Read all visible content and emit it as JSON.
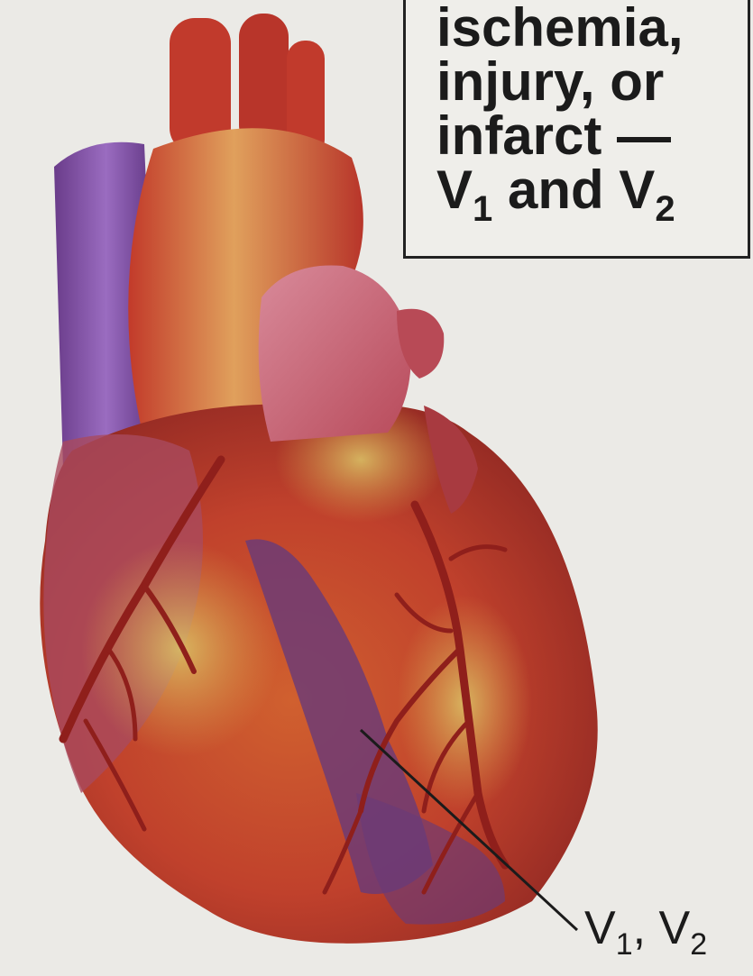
{
  "callout": {
    "lines": [
      "ischemia,",
      "injury, or",
      "infarct —"
    ],
    "leads_line": {
      "lead1": "V",
      "sub1": "1",
      "conj": " and ",
      "lead2": "V",
      "sub2": "2"
    }
  },
  "lead_label": {
    "lead1": "V",
    "sub1": "1",
    "sep": ", ",
    "lead2": "V",
    "sub2": "2"
  },
  "colors": {
    "background": "#ebeae6",
    "myocardium": "#b8382a",
    "vena_cava": "#6c3f8c",
    "infarct_region": "#6a3a78",
    "coronary_arteries": "#8f1f1b",
    "fat_highlight": "#d8c062"
  }
}
